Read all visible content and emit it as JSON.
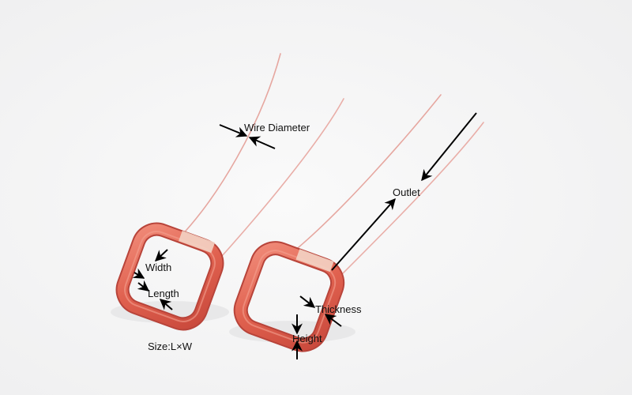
{
  "annotations": {
    "wire_diameter": "Wire Diameter",
    "width": "Width",
    "length": "Length",
    "size": "Size:L×W",
    "outlet": "Outlet",
    "thickness": "Thickness",
    "height": "Height"
  },
  "colors": {
    "background": "#f4f4f5",
    "coil_copper": "#e0614f",
    "coil_highlight": "#f08a78",
    "coil_shadow": "#b8443a",
    "wire_lead": "#e7a9a2",
    "arrow": "#000000"
  }
}
